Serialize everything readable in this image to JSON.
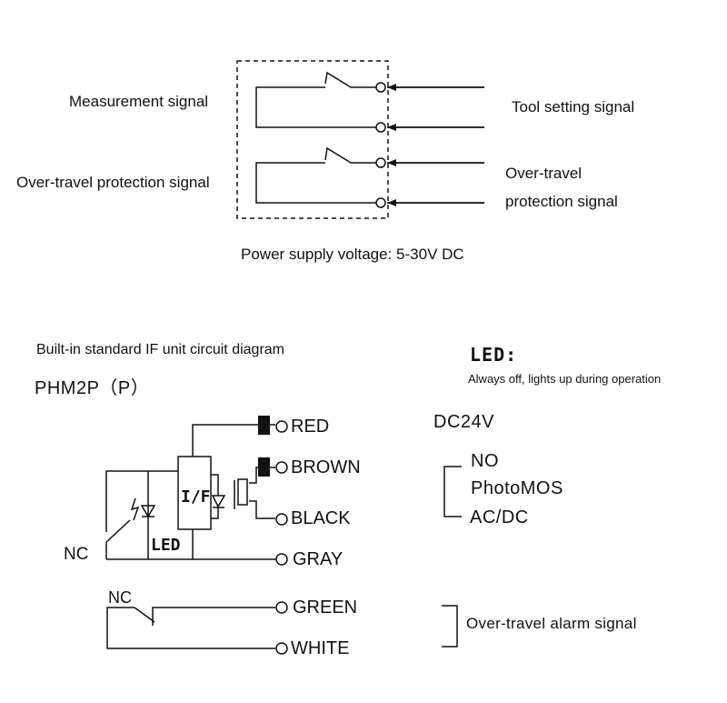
{
  "top": {
    "measurement_signal": "Measurement signal",
    "over_travel_protection_signal": "Over-travel protection signal",
    "tool_setting_signal": "Tool setting signal",
    "over_travel_line1": "Over-travel",
    "over_travel_line2": "protection signal",
    "power_supply": "Power supply voltage: 5-30V DC"
  },
  "bottom": {
    "title": "Built-in standard IF unit circuit diagram",
    "model": "PHM2P（P）",
    "led_heading": "LED:",
    "led_note": "Always off, lights up during operation",
    "voltage": "DC24V",
    "wires": {
      "red": "RED",
      "brown": "BROWN",
      "black": "BLACK",
      "gray": "GRAY",
      "green": "GREEN",
      "white": "WHITE"
    },
    "if_label": "I/F",
    "led_label": "LED",
    "nc_left": "NC",
    "nc_lower": "NC",
    "spec_no": "NO",
    "spec_photomos": "PhotoMOS",
    "spec_acdc": "AC/DC",
    "alarm": "Over-travel alarm signal"
  }
}
